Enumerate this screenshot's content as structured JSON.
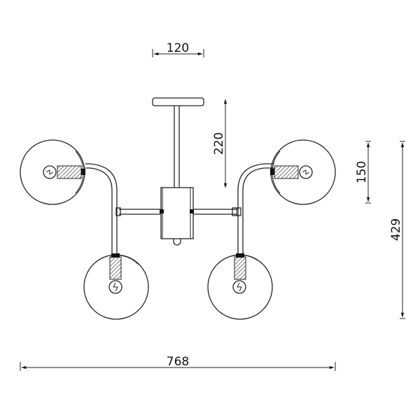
{
  "dimensions": {
    "canopy_width": "120",
    "drop_height": "220",
    "shade_height": "150",
    "overall_height": "429",
    "overall_width": "768"
  }
}
